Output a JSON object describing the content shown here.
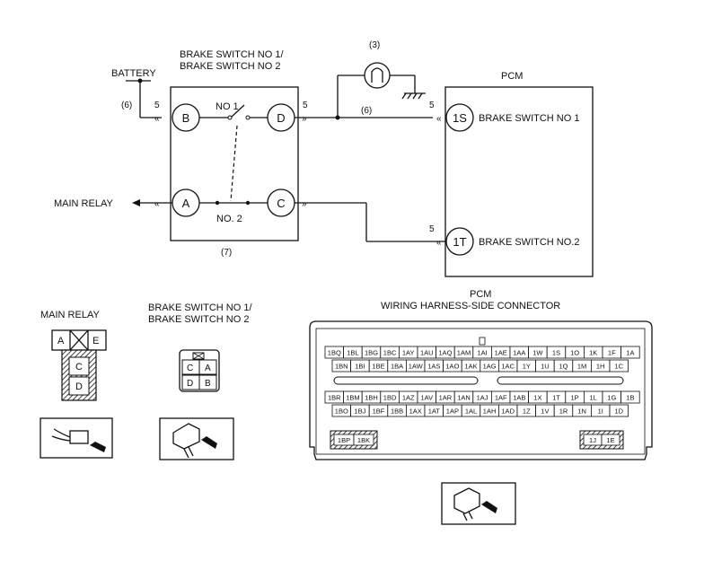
{
  "labels": {
    "battery": "BATTERY",
    "main_relay": "MAIN RELAY",
    "switch_title_1": "BRAKE SWITCH NO 1/",
    "switch_title_2": "BRAKE SWITCH NO 2",
    "no1": "NO 1",
    "no2": "NO. 2",
    "pcm": "PCM",
    "pcm_pin_1s_label": "BRAKE SWITCH NO 1",
    "pcm_pin_1t_label": "BRAKE SWITCH NO.2",
    "ref_3": "3",
    "ref_5": "5",
    "ref_6": "6",
    "ref_7": "7",
    "bottom_main_relay": "MAIN RELAY",
    "bottom_switch_1": "BRAKE SWITCH NO 1/",
    "bottom_switch_2": "BRAKE SWITCH NO 2",
    "bottom_pcm_1": "PCM",
    "bottom_pcm_2": "WIRING HARNESS-SIDE CONNECTOR"
  },
  "pins": {
    "B": "B",
    "D": "D",
    "A": "A",
    "C": "C",
    "S1": "1S",
    "T1": "1T"
  },
  "relay_connector": {
    "A": "A",
    "E": "E",
    "C": "C",
    "D": "D"
  },
  "switch_connector": [
    "C",
    "A",
    "D",
    "B"
  ],
  "pcm_connector": {
    "row1": [
      "1BQ",
      "1BL",
      "1BG",
      "1BC",
      "1AY",
      "1AU",
      "1AQ",
      "1AM",
      "1AI",
      "1AE",
      "1AA",
      "1W",
      "1S",
      "1O",
      "1K",
      "1F",
      "1A"
    ],
    "row2": [
      "1BN",
      "1BI",
      "1BE",
      "1BA",
      "1AW",
      "1AS",
      "1AO",
      "1AK",
      "1AG",
      "1AC",
      "1Y",
      "1U",
      "1Q",
      "1M",
      "1H",
      "1C"
    ],
    "row3": [
      "1BR",
      "1BM",
      "1BH",
      "1BD",
      "1AZ",
      "1AV",
      "1AR",
      "1AN",
      "1AJ",
      "1AF",
      "1AB",
      "1X",
      "1T",
      "1P",
      "1L",
      "1G",
      "1B"
    ],
    "row4": [
      "1BO",
      "1BJ",
      "1BF",
      "1BB",
      "1AX",
      "1AT",
      "1AP",
      "1AL",
      "1AH",
      "1AD",
      "1Z",
      "1V",
      "1R",
      "1N",
      "1I",
      "1D"
    ],
    "left_block": [
      "1BP",
      "1BK"
    ],
    "right_block": [
      "1J",
      "1E"
    ]
  }
}
